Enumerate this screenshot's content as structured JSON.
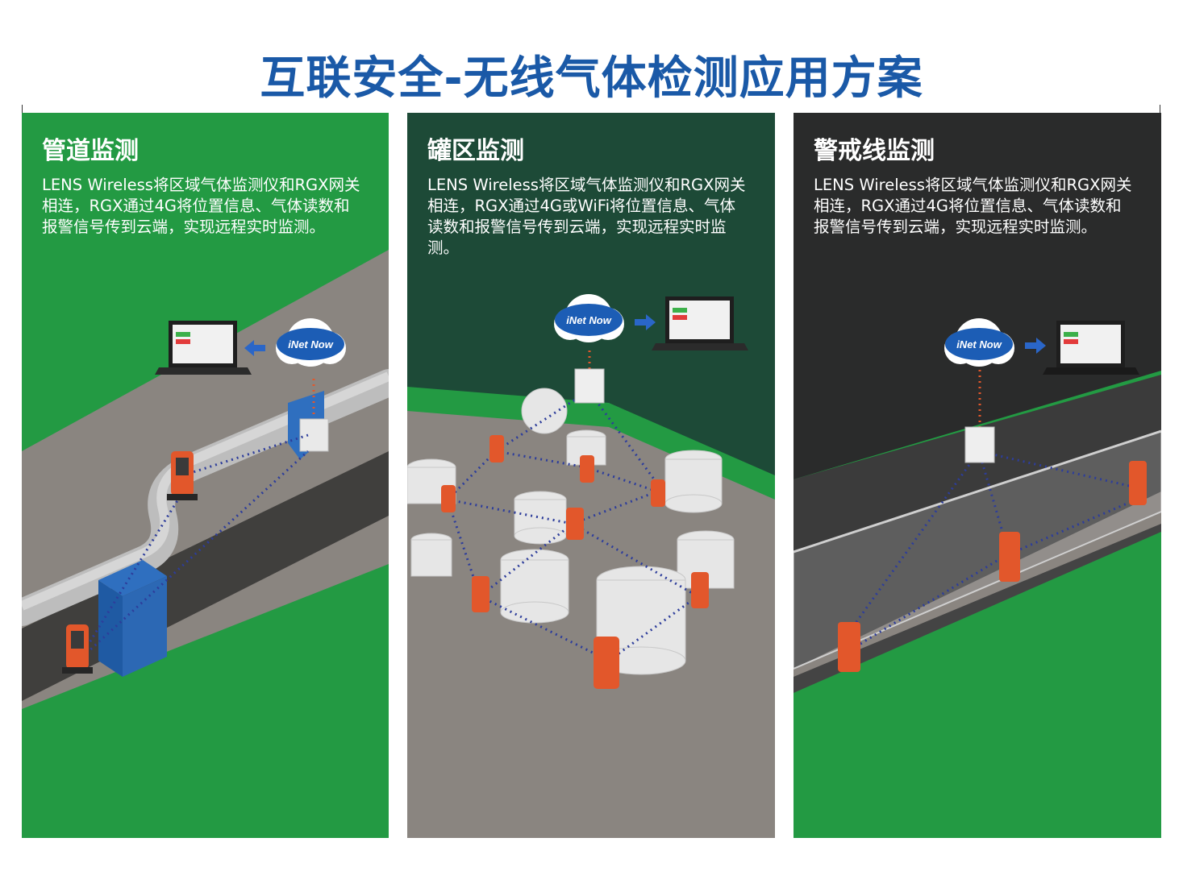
{
  "page": {
    "title": "互联安全-无线气体检测应用方案"
  },
  "panels": [
    {
      "title": "管道监测",
      "description": "LENS Wireless将区域气体监测仪和RGX网关相连，RGX通过4G将位置信息、气体读数和报警信号传到云端，实现远程实时监测。",
      "background": "#239a43"
    },
    {
      "title": "罐区监测",
      "description": "LENS Wireless将区域气体监测仪和RGX网关相连，RGX通过4G或WiFi将位置信息、气体读数和报警信号传到云端，实现远程实时监测。",
      "background": "#1d4a37"
    },
    {
      "title": "警戒线监测",
      "description": "LENS Wireless将区域气体监测仪和RGX网关相连，RGX通过4G将位置信息、气体读数和报警信号传到云端，实现远程实时监测。",
      "background": "#2a2b2b"
    }
  ],
  "cloud_logo_text": "iNet Now",
  "icons": [
    "cloud-icon",
    "laptop-icon",
    "gateway-icon",
    "gas-monitor-icon",
    "arrow-icon"
  ],
  "colors": {
    "title_blue": "#1a59a7",
    "monitor_orange": "#e2572b",
    "link_blue": "#2d3d9b"
  }
}
